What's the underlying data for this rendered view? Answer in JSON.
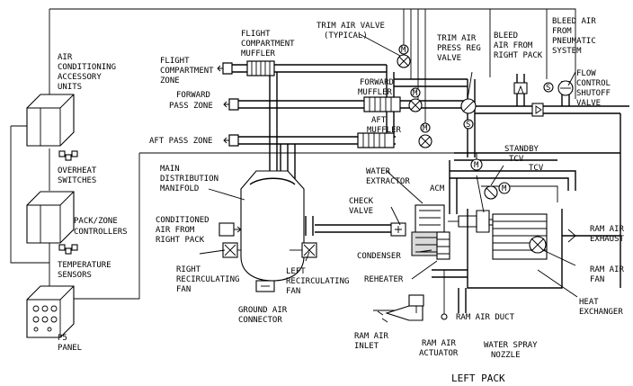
{
  "labels": {
    "air_conditioning_accessory_units": [
      "AIR",
      "CONDITIONING",
      "ACCESSORY",
      "UNITS"
    ],
    "overheat_switches": [
      "OVERHEAT",
      "SWITCHES"
    ],
    "pack_zone_controllers": [
      "PACK/ZONE",
      "CONTROLLERS"
    ],
    "temperature_sensors": [
      "TEMPERATURE",
      "SENSORS"
    ],
    "p5_panel": [
      "P5",
      "PANEL"
    ],
    "flight_compartment_muffler": [
      "FLIGHT",
      "COMPARTMENT",
      "MUFFLER"
    ],
    "flight_compartment_zone": [
      "FLIGHT",
      "COMPARTMENT",
      "ZONE"
    ],
    "forward_pass_zone": [
      "FORWARD",
      "PASS ZONE"
    ],
    "aft_pass_zone": [
      "AFT PASS ZONE"
    ],
    "main_distribution_manifold": [
      "MAIN",
      "DISTRIBUTION",
      "MANIFOLD"
    ],
    "conditioned_air_from_right_pack": [
      "CONDITIONED",
      "AIR FROM",
      "RIGHT PACK"
    ],
    "right_recirculating_fan": [
      "RIGHT",
      "RECIRCULATING",
      "FAN"
    ],
    "left_recirculating_fan": [
      "LEFT",
      "RECIRCULATING",
      "FAN"
    ],
    "ground_air_connector": [
      "GROUND AIR",
      "CONNECTOR"
    ],
    "trim_air_valve": [
      "TRIM AIR VALVE",
      "(TYPICAL)"
    ],
    "forward_muffler": [
      "FORWARD",
      "MUFFLER"
    ],
    "aft_muffler": [
      "AFT",
      "MUFFLER"
    ],
    "trim_air_press_reg_valve": [
      "TRIM AIR",
      "PRESS REG",
      "VALVE"
    ],
    "bleed_air_from_right_pack": [
      "BLEED",
      "AIR FROM",
      "RIGHT PACK"
    ],
    "bleed_air_from_pneumatic_system": [
      "BLEED AIR",
      "FROM",
      "PNEUMATIC",
      "SYSTEM"
    ],
    "flow_control_shutoff_valve": [
      "FLOW",
      "CONTROL",
      "SHUTOFF",
      "VALVE"
    ],
    "standby_tcv": [
      "STANDBY",
      "TCV"
    ],
    "tcv": [
      "TCV"
    ],
    "water_extractor": [
      "WATER",
      "EXTRACTOR"
    ],
    "acm": [
      "ACM"
    ],
    "check_valve": [
      "CHECK",
      "VALVE"
    ],
    "condenser": [
      "CONDENSER"
    ],
    "reheater": [
      "REHEATER"
    ],
    "ram_air_exhaust": [
      "RAM AIR",
      "EXHAUST"
    ],
    "ram_air_fan": [
      "RAM AIR",
      "FAN"
    ],
    "heat_exchanger": [
      "HEAT",
      "EXCHANGER"
    ],
    "ram_air_duct": [
      "RAM AIR DUCT"
    ],
    "ram_air_inlet": [
      "RAM AIR",
      "INLET"
    ],
    "ram_air_actuator": [
      "RAM AIR",
      "ACTUATOR"
    ],
    "water_spray_nozzle": [
      "WATER SPRAY",
      "NOZZLE"
    ],
    "left_pack": [
      "LEFT PACK"
    ]
  },
  "symbols": {
    "motor": "M",
    "solenoid": "S"
  }
}
